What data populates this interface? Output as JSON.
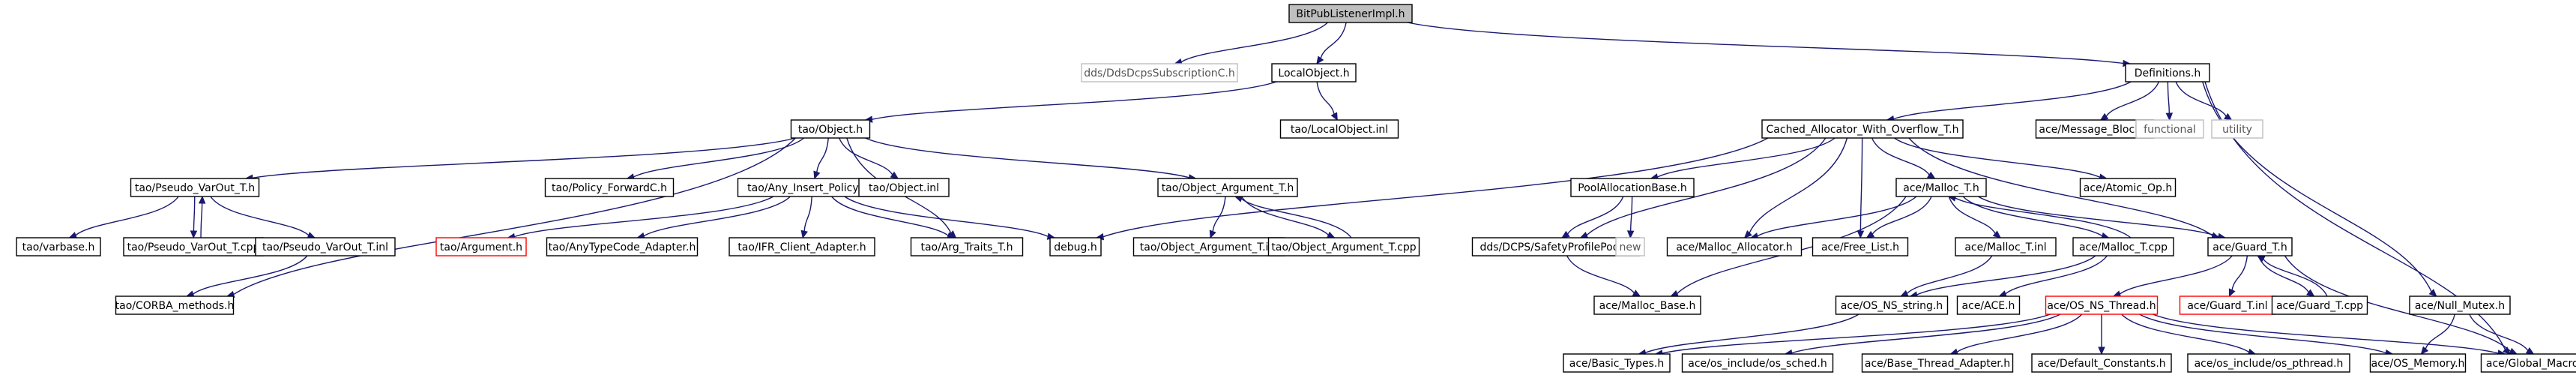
{
  "colors": {
    "edge": "#191970",
    "node_border": "#000000",
    "root_fill": "#bfbfbf",
    "missing_border": "#bfbfbf",
    "truncated_border": "#ff0000",
    "text": "#000000",
    "missing_text": "#555555"
  },
  "nodes": [
    {
      "id": "root",
      "label": "BitPubListenerImpl.h",
      "kind": "root"
    },
    {
      "id": "dds_sub",
      "label": "dds/DdsDcpsSubscriptionC.h",
      "kind": "missing"
    },
    {
      "id": "localobj",
      "label": "LocalObject.h",
      "kind": "normal"
    },
    {
      "id": "definitions",
      "label": "Definitions.h",
      "kind": "normal"
    },
    {
      "id": "tao_localobj_inl",
      "label": "tao/LocalObject.inl",
      "kind": "normal"
    },
    {
      "id": "tao_object",
      "label": "tao/Object.h",
      "kind": "normal"
    },
    {
      "id": "cached_alloc",
      "label": "Cached_Allocator_With_Overflow_T.h",
      "kind": "normal"
    },
    {
      "id": "msg_block",
      "label": "ace/Message_Block.h",
      "kind": "normal"
    },
    {
      "id": "functional",
      "label": "functional",
      "kind": "missing"
    },
    {
      "id": "utility",
      "label": "utility",
      "kind": "missing"
    },
    {
      "id": "pseudo_varout_t",
      "label": "tao/Pseudo_VarOut_T.h",
      "kind": "normal"
    },
    {
      "id": "policy_fwd",
      "label": "tao/Policy_ForwardC.h",
      "kind": "normal"
    },
    {
      "id": "any_insert",
      "label": "tao/Any_Insert_Policy_T.h",
      "kind": "normal"
    },
    {
      "id": "tao_object_inl",
      "label": "tao/Object.inl",
      "kind": "normal"
    },
    {
      "id": "obj_arg_t",
      "label": "tao/Object_Argument_T.h",
      "kind": "normal"
    },
    {
      "id": "pool_alloc",
      "label": "PoolAllocationBase.h",
      "kind": "normal"
    },
    {
      "id": "malloc_t",
      "label": "ace/Malloc_T.h",
      "kind": "normal"
    },
    {
      "id": "atomic_op",
      "label": "ace/Atomic_Op.h",
      "kind": "normal"
    },
    {
      "id": "varbase",
      "label": "tao/varbase.h",
      "kind": "normal"
    },
    {
      "id": "pseudo_varout_cpp",
      "label": "tao/Pseudo_VarOut_T.cpp",
      "kind": "normal"
    },
    {
      "id": "pseudo_varout_inl",
      "label": "tao/Pseudo_VarOut_T.inl",
      "kind": "normal"
    },
    {
      "id": "tao_argument",
      "label": "tao/Argument.h",
      "kind": "truncated"
    },
    {
      "id": "anytypecode",
      "label": "tao/AnyTypeCode_Adapter.h",
      "kind": "normal"
    },
    {
      "id": "ifr_client",
      "label": "tao/IFR_Client_Adapter.h",
      "kind": "normal"
    },
    {
      "id": "arg_traits",
      "label": "tao/Arg_Traits_T.h",
      "kind": "normal"
    },
    {
      "id": "debug",
      "label": "debug.h",
      "kind": "normal"
    },
    {
      "id": "obj_arg_inl",
      "label": "tao/Object_Argument_T.inl",
      "kind": "normal"
    },
    {
      "id": "obj_arg_cpp",
      "label": "tao/Object_Argument_T.cpp",
      "kind": "normal"
    },
    {
      "id": "safety_pool",
      "label": "dds/DCPS/SafetyProfilePool.h",
      "kind": "normal"
    },
    {
      "id": "new",
      "label": "new",
      "kind": "missing"
    },
    {
      "id": "malloc_allocator",
      "label": "ace/Malloc_Allocator.h",
      "kind": "normal"
    },
    {
      "id": "free_list",
      "label": "ace/Free_List.h",
      "kind": "normal"
    },
    {
      "id": "malloc_t_inl",
      "label": "ace/Malloc_T.inl",
      "kind": "normal"
    },
    {
      "id": "malloc_t_cpp",
      "label": "ace/Malloc_T.cpp",
      "kind": "normal"
    },
    {
      "id": "guard_t",
      "label": "ace/Guard_T.h",
      "kind": "normal"
    },
    {
      "id": "corba_methods",
      "label": "tao/CORBA_methods.h",
      "kind": "normal"
    },
    {
      "id": "malloc_base",
      "label": "ace/Malloc_Base.h",
      "kind": "normal"
    },
    {
      "id": "os_ns_string",
      "label": "ace/OS_NS_string.h",
      "kind": "normal"
    },
    {
      "id": "ace_h",
      "label": "ace/ACE.h",
      "kind": "normal"
    },
    {
      "id": "os_ns_thread",
      "label": "ace/OS_NS_Thread.h",
      "kind": "truncated"
    },
    {
      "id": "guard_t_inl",
      "label": "ace/Guard_T.inl",
      "kind": "truncated"
    },
    {
      "id": "guard_t_cpp",
      "label": "ace/Guard_T.cpp",
      "kind": "normal"
    },
    {
      "id": "null_mutex",
      "label": "ace/Null_Mutex.h",
      "kind": "normal"
    },
    {
      "id": "basic_types",
      "label": "ace/Basic_Types.h",
      "kind": "normal"
    },
    {
      "id": "os_sched",
      "label": "ace/os_include/os_sched.h",
      "kind": "normal"
    },
    {
      "id": "base_thread",
      "label": "ace/Base_Thread_Adapter.h",
      "kind": "normal"
    },
    {
      "id": "default_consts",
      "label": "ace/Default_Constants.h",
      "kind": "normal"
    },
    {
      "id": "os_pthread",
      "label": "ace/os_include/os_pthread.h",
      "kind": "normal"
    },
    {
      "id": "os_memory",
      "label": "ace/OS_Memory.h",
      "kind": "normal"
    },
    {
      "id": "global_macros",
      "label": "ace/Global_Macros.h",
      "kind": "normal"
    }
  ],
  "edges": [
    [
      "root",
      "dds_sub"
    ],
    [
      "root",
      "localobj"
    ],
    [
      "root",
      "definitions"
    ],
    [
      "localobj",
      "tao_localobj_inl"
    ],
    [
      "localobj",
      "tao_object"
    ],
    [
      "definitions",
      "cached_alloc"
    ],
    [
      "definitions",
      "msg_block"
    ],
    [
      "definitions",
      "functional"
    ],
    [
      "definitions",
      "utility"
    ],
    [
      "definitions",
      "null_mutex"
    ],
    [
      "definitions",
      "global_macros"
    ],
    [
      "tao_object",
      "pseudo_varout_t"
    ],
    [
      "tao_object",
      "policy_fwd"
    ],
    [
      "tao_object",
      "any_insert"
    ],
    [
      "tao_object",
      "tao_object_inl"
    ],
    [
      "tao_object",
      "obj_arg_t"
    ],
    [
      "tao_object",
      "arg_traits"
    ],
    [
      "tao_object",
      "corba_methods"
    ],
    [
      "pseudo_varout_t",
      "varbase"
    ],
    [
      "pseudo_varout_t",
      "pseudo_varout_cpp"
    ],
    [
      "pseudo_varout_t",
      "pseudo_varout_inl"
    ],
    [
      "pseudo_varout_cpp",
      "pseudo_varout_t"
    ],
    [
      "pseudo_varout_inl",
      "corba_methods"
    ],
    [
      "any_insert",
      "tao_argument"
    ],
    [
      "any_insert",
      "anytypecode"
    ],
    [
      "any_insert",
      "ifr_client"
    ],
    [
      "any_insert",
      "arg_traits"
    ],
    [
      "any_insert",
      "debug"
    ],
    [
      "obj_arg_t",
      "obj_arg_inl"
    ],
    [
      "obj_arg_t",
      "obj_arg_cpp"
    ],
    [
      "obj_arg_cpp",
      "obj_arg_t"
    ],
    [
      "cached_alloc",
      "debug"
    ],
    [
      "cached_alloc",
      "pool_alloc"
    ],
    [
      "cached_alloc",
      "safety_pool"
    ],
    [
      "cached_alloc",
      "malloc_allocator"
    ],
    [
      "cached_alloc",
      "free_list"
    ],
    [
      "cached_alloc",
      "malloc_t"
    ],
    [
      "cached_alloc",
      "atomic_op"
    ],
    [
      "cached_alloc",
      "guard_t"
    ],
    [
      "pool_alloc",
      "safety_pool"
    ],
    [
      "pool_alloc",
      "new"
    ],
    [
      "safety_pool",
      "malloc_base"
    ],
    [
      "malloc_t",
      "malloc_allocator"
    ],
    [
      "malloc_t",
      "free_list"
    ],
    [
      "malloc_t",
      "malloc_t_inl"
    ],
    [
      "malloc_t",
      "malloc_t_cpp"
    ],
    [
      "malloc_t",
      "guard_t"
    ],
    [
      "malloc_t",
      "malloc_base"
    ],
    [
      "malloc_t_cpp",
      "malloc_t"
    ],
    [
      "malloc_t_cpp",
      "ace_h"
    ],
    [
      "malloc_t_cpp",
      "os_ns_string"
    ],
    [
      "malloc_t_inl",
      "os_ns_string"
    ],
    [
      "guard_t",
      "os_ns_thread"
    ],
    [
      "guard_t",
      "guard_t_inl"
    ],
    [
      "guard_t",
      "guard_t_cpp"
    ],
    [
      "guard_t",
      "global_macros"
    ],
    [
      "guard_t_cpp",
      "guard_t"
    ],
    [
      "os_ns_string",
      "basic_types"
    ],
    [
      "os_ns_thread",
      "basic_types"
    ],
    [
      "os_ns_thread",
      "os_sched"
    ],
    [
      "os_ns_thread",
      "base_thread"
    ],
    [
      "os_ns_thread",
      "default_consts"
    ],
    [
      "os_ns_thread",
      "os_pthread"
    ],
    [
      "os_ns_thread",
      "os_memory"
    ],
    [
      "os_ns_thread",
      "global_macros"
    ],
    [
      "null_mutex",
      "os_memory"
    ],
    [
      "null_mutex",
      "global_macros"
    ]
  ]
}
